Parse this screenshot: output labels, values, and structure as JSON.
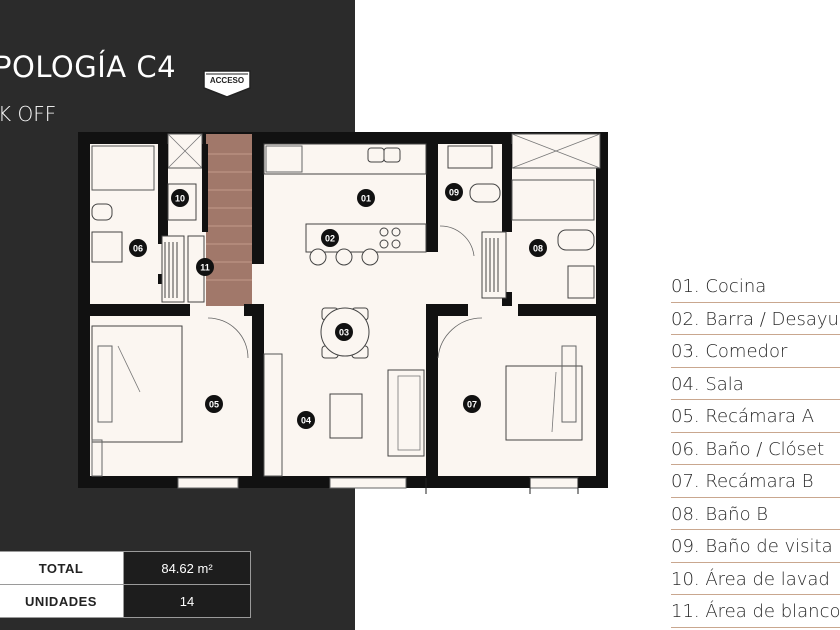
{
  "title": "POLOGÍA C4",
  "subtitle": "K OFF",
  "acceso_label": "ACCESO",
  "stats": [
    {
      "label": "TOTAL",
      "value": "84.62 m²"
    },
    {
      "label": "UNIDADES",
      "value": "14"
    }
  ],
  "room_markers": [
    {
      "num": "01"
    },
    {
      "num": "02"
    },
    {
      "num": "03"
    },
    {
      "num": "04"
    },
    {
      "num": "05"
    },
    {
      "num": "06"
    },
    {
      "num": "07"
    },
    {
      "num": "08"
    },
    {
      "num": "09"
    },
    {
      "num": "10"
    },
    {
      "num": "11"
    }
  ],
  "legend": [
    "01. Cocina",
    "02. Barra / Desayu",
    "03. Comedor",
    "04. Sala",
    "05. Recámara A",
    "06. Baño / Clóset",
    "07. Recámara B",
    "08. Baño B",
    "09. Baño de visita",
    "10. Área de lavad",
    "11. Área de blanco"
  ],
  "colors": {
    "panel": "#2b2b2b",
    "wall": "#111111",
    "floor": "#fbf6f1",
    "wood": "#a1786a",
    "legend_rule": "#c9a78f"
  }
}
